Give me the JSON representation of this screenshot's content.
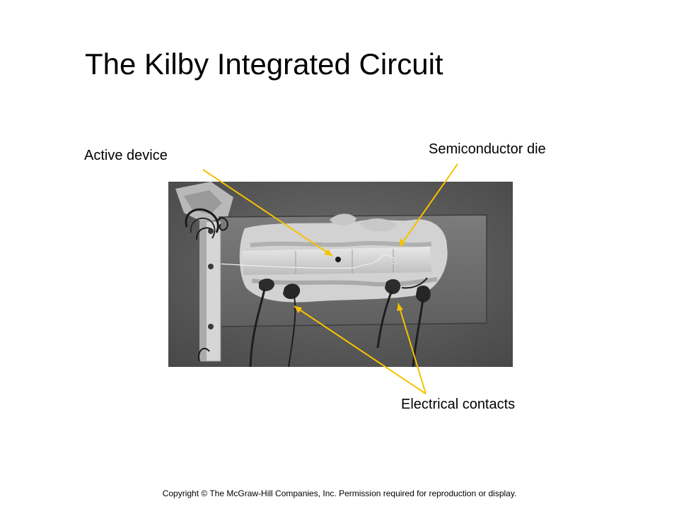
{
  "slide": {
    "title": "The Kilby Integrated Circuit",
    "labels": {
      "active_device": "Active device",
      "semiconductor_die": "Semiconductor die",
      "electrical_contacts": "Electrical contacts"
    },
    "copyright": "Copyright © The McGraw-Hill  Companies, Inc. Permission required for reproduction or display."
  },
  "colors": {
    "background": "#ffffff",
    "text": "#000000",
    "callout_line": "#f5c200"
  }
}
